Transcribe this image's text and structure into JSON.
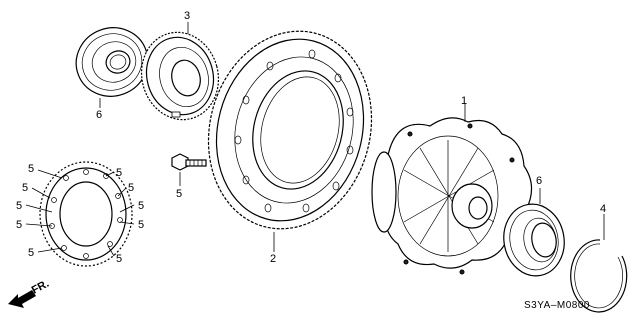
{
  "callouts": {
    "bearing_top": "6",
    "pinion": "3",
    "ring_gear": "2",
    "differential_case": "1",
    "bearing_right": "6",
    "snap_ring": "4",
    "bolt": "5",
    "bolt_pattern": [
      "5",
      "5",
      "5",
      "5",
      "5",
      "5",
      "5",
      "5",
      "5",
      "5"
    ]
  },
  "direction_arrow": "FR.",
  "diagram_code": "S3YA–M0800"
}
